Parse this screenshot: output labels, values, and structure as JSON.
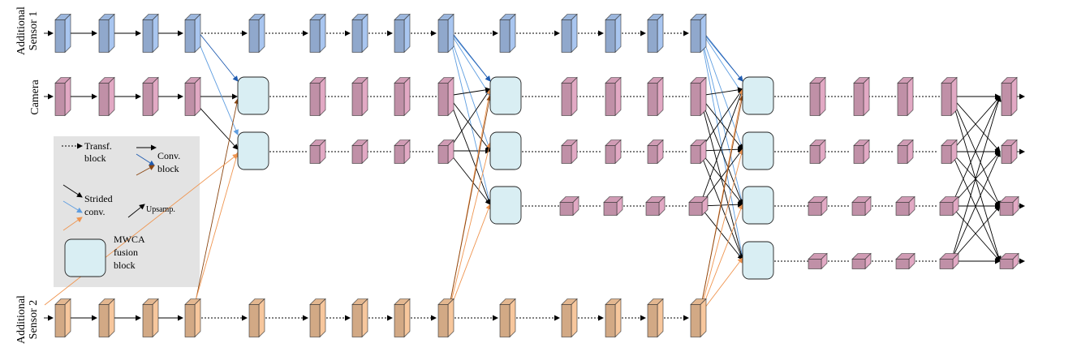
{
  "labels": {
    "sensor1_line1": "Additional",
    "sensor1_line2": "Sensor 1",
    "camera": "Camera",
    "sensor2_line1": "Additional",
    "sensor2_line2": "Sensor 2"
  },
  "legend": {
    "transf_line1": "Transf.",
    "transf_line2": "block",
    "conv_line1": "Conv.",
    "conv_line2": "block",
    "strided_line1": "Strided",
    "strided_line2": "conv.",
    "upsamp": "Upsamp.",
    "mwca_line1": "MWCA",
    "mwca_line2": "fusion",
    "mwca_line3": "block"
  },
  "colors": {
    "sensor1": "#a9c6f0",
    "camera": "#e2a9c4",
    "sensor2": "#f7c79d",
    "fusion": "#d9eef3",
    "legend_bg": "#e3e3e3",
    "blue_dark": "#1f5bb0",
    "blue_light": "#5e9de0",
    "orange_dark": "#8a4510",
    "orange_light": "#ef9550"
  }
}
